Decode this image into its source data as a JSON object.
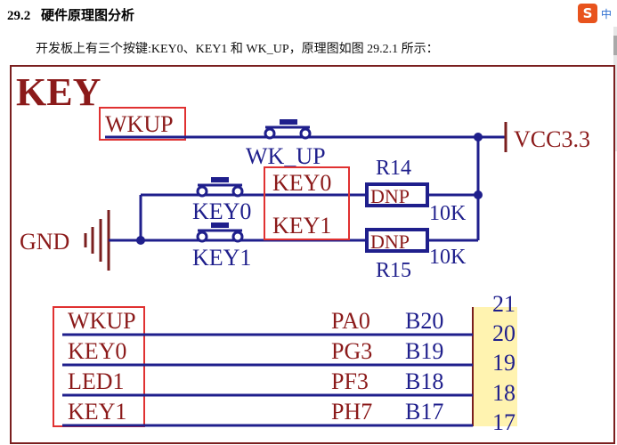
{
  "heading": {
    "number": "29.2",
    "title": "硬件原理图分析"
  },
  "description": "开发板上有三个按键:KEY0、KEY1 和 WK_UP，原理图如图 29.2.1 所示：",
  "ime": {
    "icon": "sogou-input-icon",
    "label": "中"
  },
  "schematic": {
    "title": "KEY",
    "net_wkup": "WKUP",
    "sw_wkup": "WK_UP",
    "power": "VCC3.3",
    "ground": "GND",
    "sw_key0": "KEY0",
    "sw_key1": "KEY1",
    "net_key0": "KEY0",
    "net_key1": "KEY1",
    "r14_ref": "R14",
    "r15_ref": "R15",
    "r14_val": "DNP",
    "r15_val": "DNP",
    "r14_ohm": "10K",
    "r15_ohm": "10K"
  },
  "connector": {
    "nets": [
      {
        "net": "WKUP",
        "port": "PA0",
        "ball": "B20"
      },
      {
        "net": "KEY0",
        "port": "PG3",
        "ball": "B19"
      },
      {
        "net": "LED1",
        "port": "PF3",
        "ball": "B18"
      },
      {
        "net": "KEY1",
        "port": "PH7",
        "ball": "B17"
      }
    ],
    "pins": [
      "21",
      "20",
      "19",
      "18",
      "17"
    ]
  },
  "colors": {
    "wire": "#1f1f8c",
    "net_label": "#8b1a1a",
    "box": "#e03131",
    "connector_fill": "#fff3b0"
  }
}
